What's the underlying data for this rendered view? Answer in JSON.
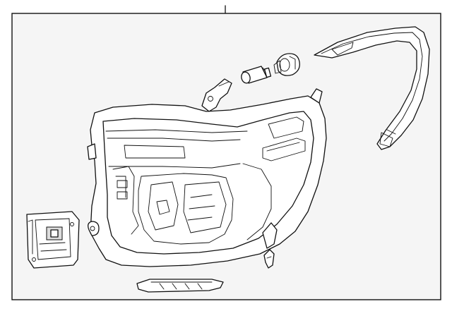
{
  "diagram": {
    "background_color": "#ffffff",
    "frame_fill": "#f5f5f5",
    "line_color": "#111111",
    "parts": [
      {
        "name": "headlamp-assembly"
      },
      {
        "name": "bulb"
      },
      {
        "name": "bulb-socket"
      },
      {
        "name": "trim-strip"
      },
      {
        "name": "side-bracket"
      },
      {
        "name": "lower-bracket"
      },
      {
        "name": "clip"
      }
    ]
  }
}
